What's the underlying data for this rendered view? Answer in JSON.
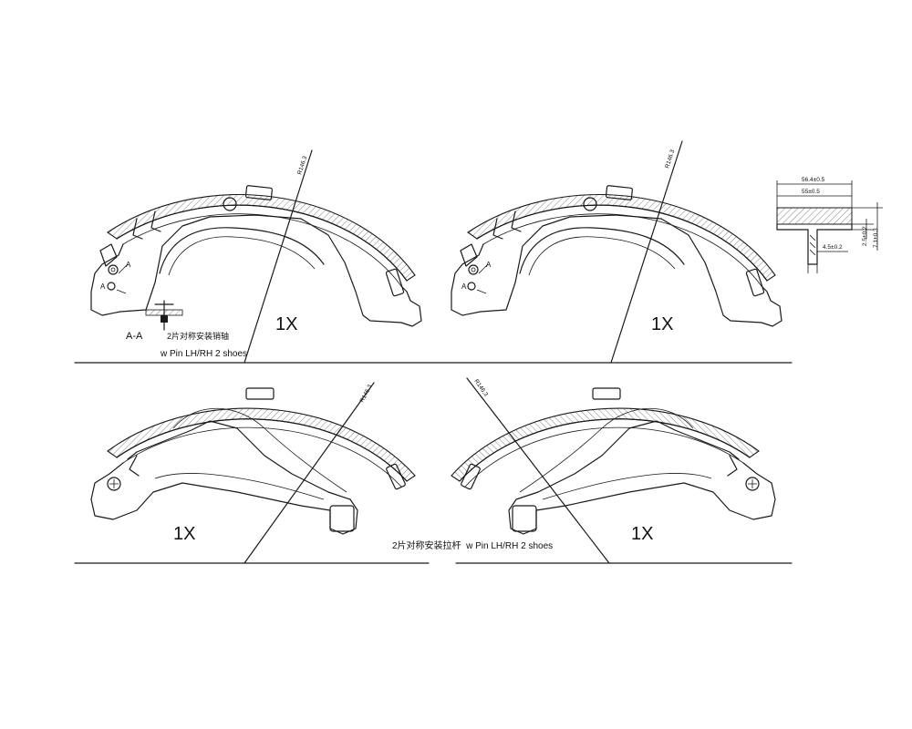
{
  "drawing": {
    "views": [
      {
        "id": "top-left",
        "quantity": "1X",
        "radius_label": "R146.3",
        "section_marks": [
          "A",
          "A"
        ]
      },
      {
        "id": "top-right",
        "quantity": "1X",
        "radius_label": "R146.3",
        "section_marks": [
          "A",
          "A"
        ]
      },
      {
        "id": "bottom-left",
        "quantity": "1X",
        "radius_label": "R146.3"
      },
      {
        "id": "bottom-right",
        "quantity": "1X",
        "radius_label": "R146.3"
      }
    ],
    "notes": {
      "section_title": "A-A",
      "top_note_cn": "2片对称安装销轴",
      "top_note_en": "w Pin LH/RH 2 shoes",
      "bottom_note": "2片对称安装拉杆  w Pin LH/RH 2 shoes"
    },
    "cross_section_dims": {
      "width_outer": "56.4±0.5",
      "width_inner": "55±0.5",
      "lining_thickness": "7.1±0.3",
      "table_thickness": "2.5±0.2",
      "web_thickness": "4.5±0.2"
    }
  }
}
